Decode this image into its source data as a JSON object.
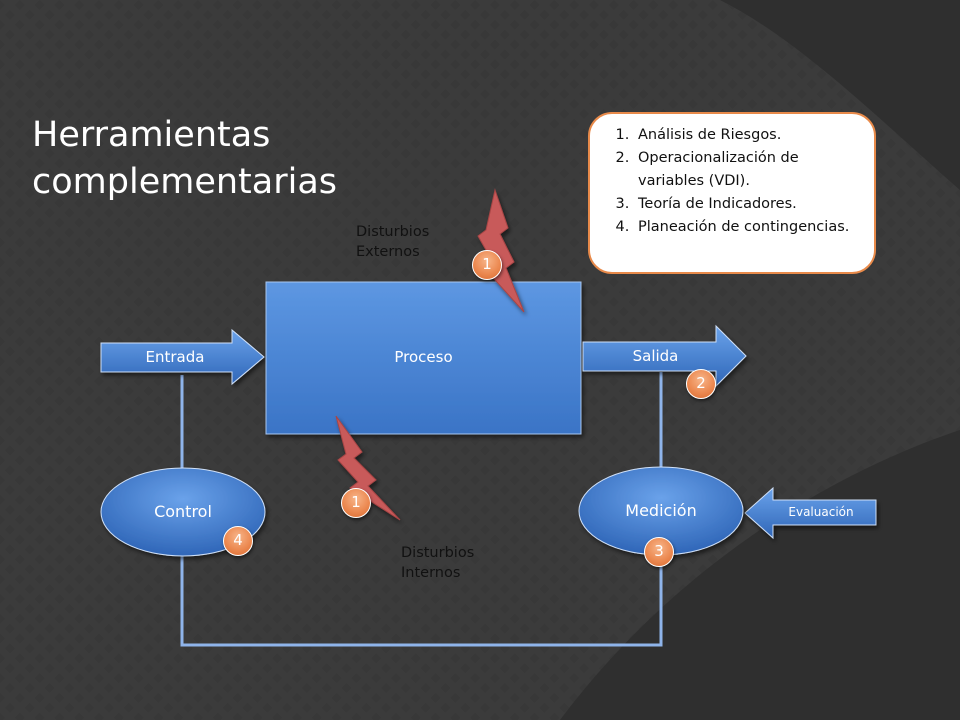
{
  "title": {
    "line1": "Herramientas",
    "line2": "complementarias"
  },
  "tools": {
    "items": [
      "Análisis de Riesgos.",
      "Operacionalización de variables (VDI).",
      "Teoría de Indicadores.",
      "Planeación de contingencias."
    ]
  },
  "diagram": {
    "entrada": "Entrada",
    "proceso": "Proceso",
    "salida": "Salida",
    "control": "Control",
    "medicion": "Medición",
    "evaluacion": "Evaluación",
    "dist_ext": {
      "line1": "Disturbios",
      "line2": "Externos"
    },
    "dist_int": {
      "line1": "Disturbios",
      "line2": "Internos"
    },
    "badges": {
      "ext": "1",
      "int": "1",
      "salida": "2",
      "medicion": "3",
      "control": "4"
    }
  },
  "colors": {
    "background": "#3a3a3a",
    "shape_blue": "#4a86d6",
    "connector": "#8fb4ea",
    "accent_orange": "#ec8a52",
    "bolt_red": "#c85a5a"
  }
}
